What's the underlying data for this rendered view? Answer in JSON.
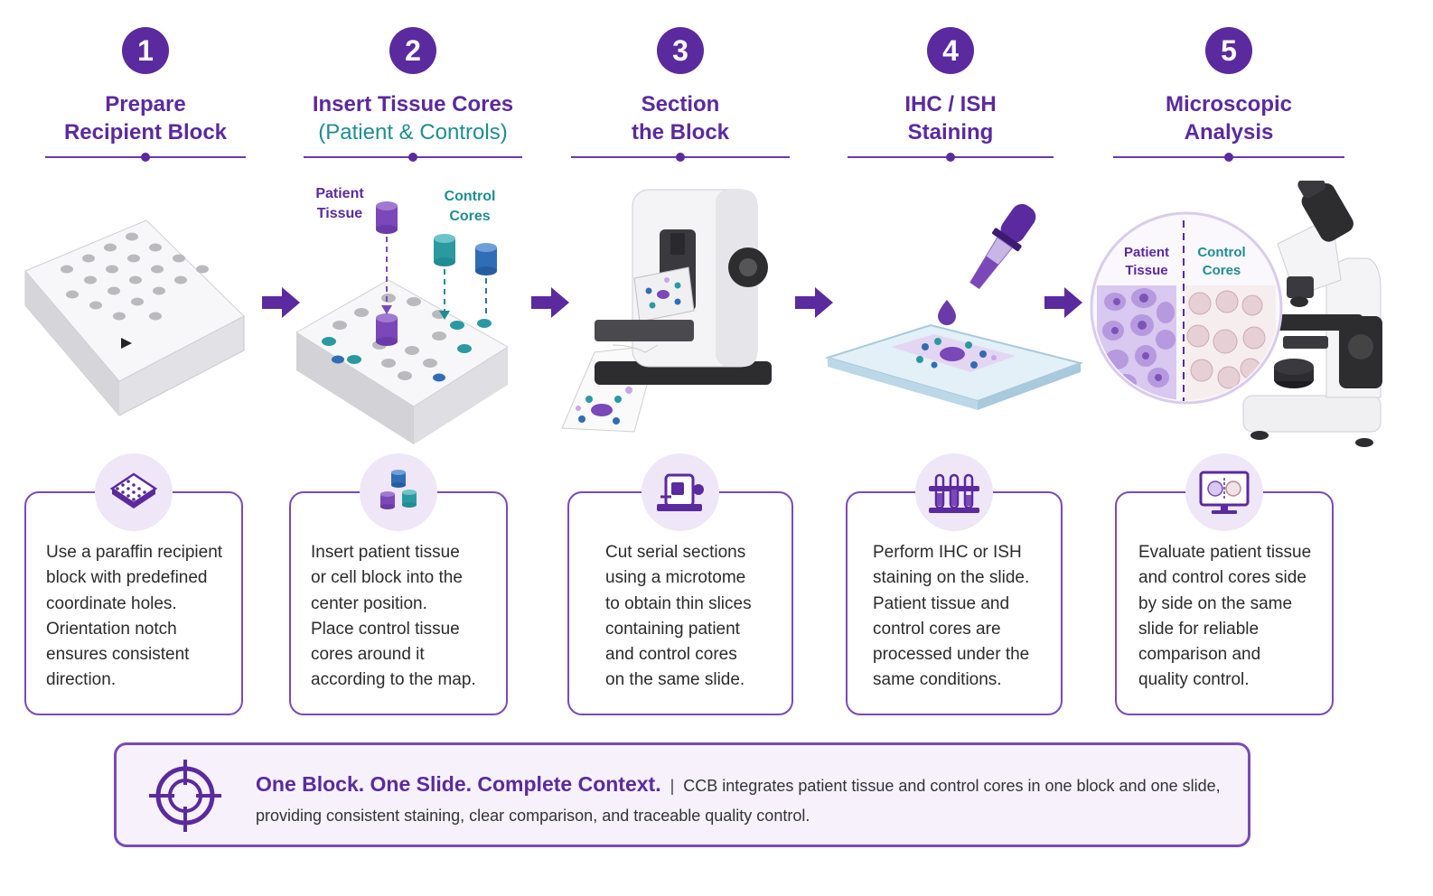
{
  "steps": [
    {
      "number": "1",
      "title_line1": "Prepare",
      "title_line2": "Recipient Block",
      "description": "Use a paraffin recipient\nblock with predefined\ncoordinate holes.\nOrientation notch\nensures consistent\ndirection."
    },
    {
      "number": "2",
      "title_line1": "Insert Tissue Cores",
      "title_line2": "(Patient & Controls)",
      "description": "Insert patient tissue\nor cell block into the\ncenter position.\nPlace control tissue\ncores around it\naccording to the map."
    },
    {
      "number": "3",
      "title_line1": "Section",
      "title_line2": "the Block",
      "description": "Cut serial sections\nusing a microtome\nto obtain thin slices\ncontaining patient\nand control cores\non the same slide."
    },
    {
      "number": "4",
      "title_line1": "IHC / ISH",
      "title_line2": "Staining",
      "description": "Perform IHC or ISH\nstaining on the slide.\nPatient tissue and\ncontrol cores are\nprocessed under the\nsame conditions."
    },
    {
      "number": "5",
      "title_line1": "Microscopic",
      "title_line2": "Analysis",
      "description": "Evaluate patient tissue\nand control cores side\nby side on the same\nslide for reliable\ncomparison and\nquality control."
    }
  ],
  "labels": {
    "patient_tissue_line1": "Patient",
    "patient_tissue_line2": "Tissue",
    "control_cores_line1": "Control",
    "control_cores_line2": "Cores"
  },
  "banner": {
    "title": "One Block. One Slide. Complete Context.",
    "separator": "|",
    "line1": "CCB integrates patient tissue and control cores in one block and one slide,",
    "line2": "providing consistent staining, clear comparison, and traceable quality control."
  },
  "colors": {
    "primary_purple": "#5b2a9e",
    "teal": "#1f8d93",
    "blue": "#2f6db5",
    "light_purple": "#efe6f8"
  }
}
